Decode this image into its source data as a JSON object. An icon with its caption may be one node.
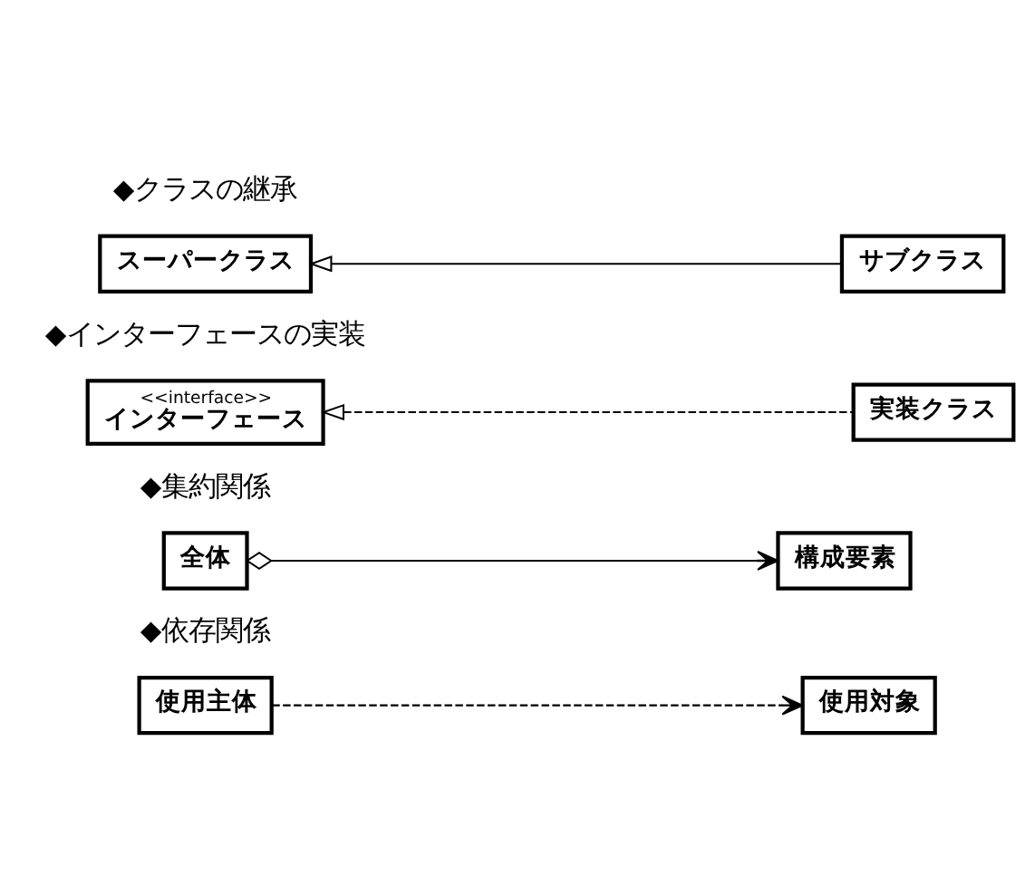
{
  "diagram": {
    "nodes": [
      {
        "text": [
          "スーパークラス"
        ]
      },
      {
        "text": [
          "サブクラス"
        ]
      },
      {
        "text": [
          "<<interface>>",
          "インターフェース"
        ]
      },
      {
        "text": [
          "実装クラス"
        ]
      },
      {
        "text": [
          "全体"
        ]
      },
      {
        "text": [
          "構成要素"
        ]
      },
      {
        "text": [
          "使用主体"
        ]
      },
      {
        "text": [
          "使用対象"
        ]
      }
    ],
    "edges": [
      {
        "from": 1,
        "to": 0,
        "arrow": "to"
      },
      {
        "from": 3,
        "to": 2,
        "arrow": "to",
        "style": "dashed"
      },
      {
        "from": 4,
        "to": 5,
        "arrow": "to"
      },
      {
        "from": 6,
        "to": 7,
        "arrow": "to",
        "style": "dashed"
      }
    ],
    "labels": [
      "◆クラスの継承",
      "◆インターフェースの実装",
      "◆集約関係",
      "◆依存関係"
    ]
  }
}
